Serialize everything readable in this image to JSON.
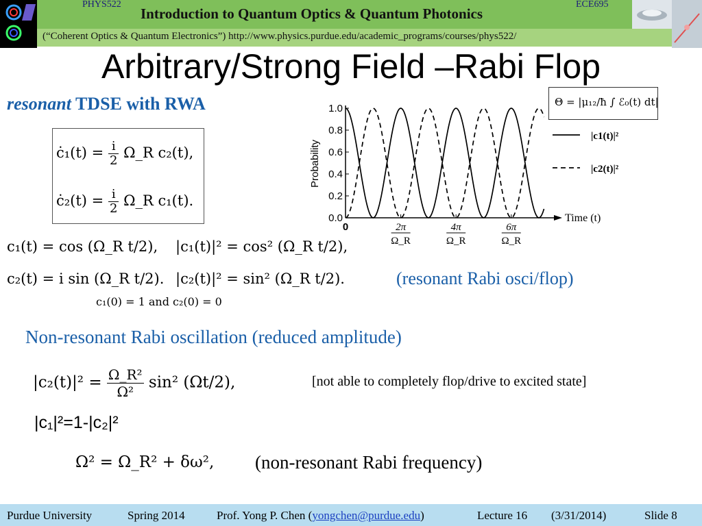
{
  "header": {
    "course_left": "PHYS522",
    "course_right": "ECE695",
    "title": "Introduction to Quantum Optics & Quantum Photonics",
    "subtitle": "(“Coherent Optics & Quantum Electronics”) http://www.physics.purdue.edu/academic_programs/courses/phys522/"
  },
  "slide_title": "Arbitrary/Strong Field –Rabi Flop",
  "section": {
    "italic": "resonant",
    "rest": " TDSE with RWA"
  },
  "equations": {
    "c1dot": "ċ₁(t) =",
    "c1dot_rhs": "Ω_R c₂(t),",
    "c2dot": "ċ₂(t) =",
    "c2dot_rhs": "Ω_R c₁(t).",
    "frac_num": "i",
    "frac_den": "2",
    "sol1": "c₁(t) = cos (Ω_R t/2),",
    "sol1b": "|c₁(t)|² = cos² (Ω_R t/2),",
    "sol2": "c₂(t) = i sin (Ω_R t/2).",
    "sol2b": "|c₂(t)|² = sin² (Ω_R t/2).",
    "init": "c₁(0) = 1 and c₂(0) = 0",
    "nonres": "|c₂(t)|² =",
    "nonres_rhs": "sin² (Ωt/2),",
    "nonres_num": "Ω_R²",
    "nonres_den": "Ω²",
    "freq": "Ω² = Ω_R² + δω²,",
    "theta": "Θ = |μ₁₂/ħ ∫ ℰ₀(t) dt|"
  },
  "notes": {
    "osc": "(resonant Rabi osci/flop)",
    "nonres_head": "Non-resonant Rabi oscillation  (reduced amplitude)",
    "bracket": "[not able to completely flop/drive to excited state]",
    "c1c2": "|c₁|²=1-|c₂|²",
    "nonres_freq": "(non-resonant Rabi frequency)"
  },
  "chart_data": {
    "type": "line",
    "ylabel": "Probability",
    "xlabel": "Time (t)",
    "ylim": [
      0,
      1
    ],
    "yticks": [
      "0.0",
      "0.2",
      "0.4",
      "0.6",
      "0.8",
      "1.0"
    ],
    "xticks": [
      "0",
      "2π/Ω_R",
      "4π/Ω_R",
      "6π/Ω_R"
    ],
    "x_range_periods": [
      0,
      6.7
    ],
    "series": [
      {
        "name": "|c1(t)|²",
        "style": "solid",
        "function": "cos^2"
      },
      {
        "name": "|c2(t)|²",
        "style": "dashed",
        "function": "sin^2"
      }
    ]
  },
  "footer": {
    "university": "Purdue University",
    "term": "Spring 2014",
    "prof_prefix": "Prof. Yong P. Chen (",
    "email": "yongchen@purdue.edu",
    "prof_suffix": ")",
    "lecture": "Lecture 16",
    "date": "(3/31/2014)",
    "slide": "Slide 8"
  },
  "colors": {
    "header_green": "#7fbf5a",
    "accent_blue": "#1a5fa8",
    "footer_blue": "#b8ddf0"
  }
}
